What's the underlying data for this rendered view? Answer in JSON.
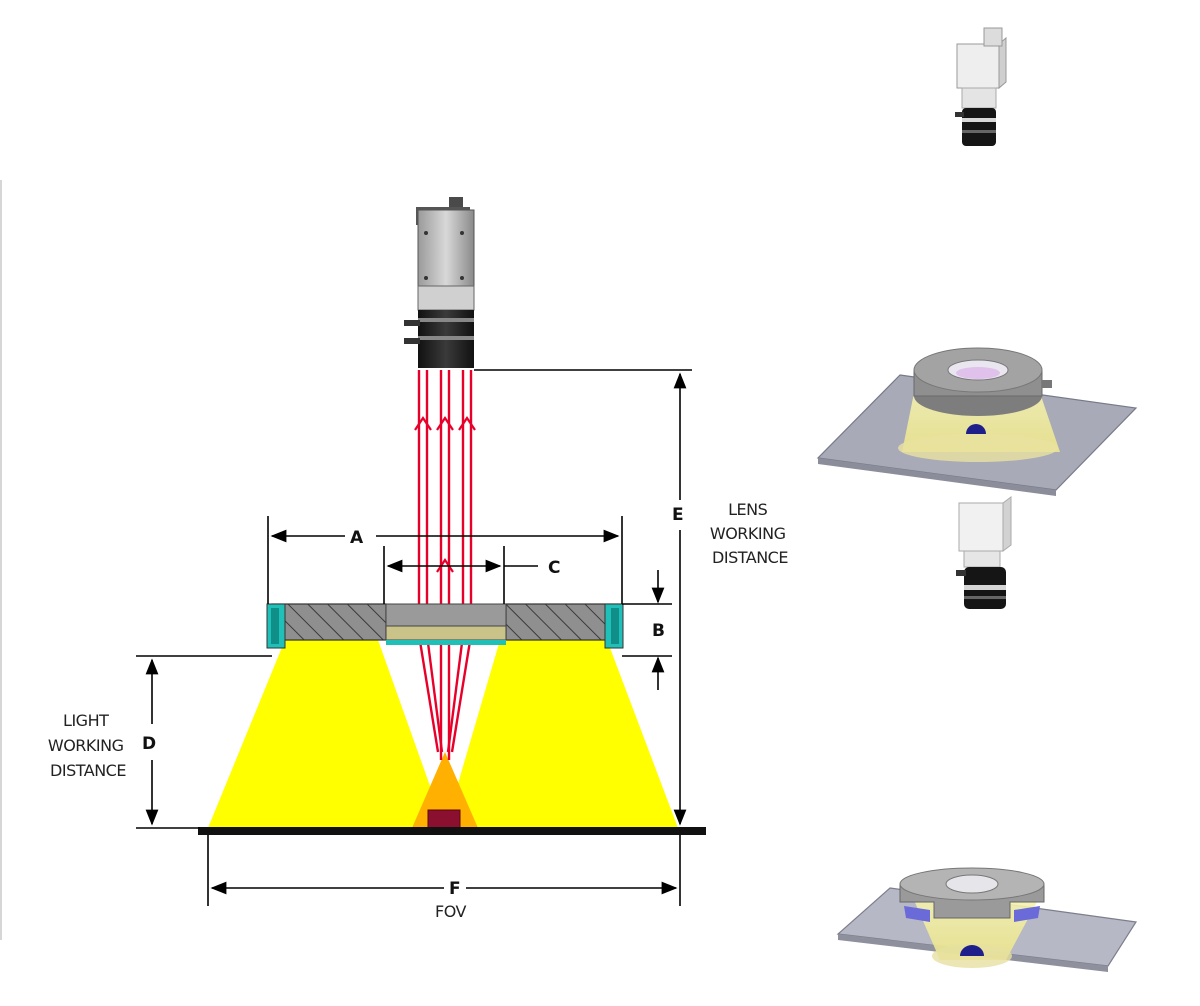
{
  "dimensions": {
    "a": "A",
    "b": "B",
    "c": "C",
    "d": "D",
    "e": "E",
    "f": "F"
  },
  "captions": {
    "fov": "FOV",
    "lens_working_distance": [
      "LENS",
      "WORKING",
      "DISTANCE"
    ],
    "light_working_distance": [
      "LIGHT",
      "WORKING",
      "DISTANCE"
    ]
  },
  "colors": {
    "light_cone": "#ffff00",
    "target_glow": "#ffb000",
    "target": "#8b0f2f",
    "ray": "#e8002a",
    "lens_glass": "#20c0b8",
    "ring_body": "#8a8a8a",
    "plate": "#a8aab8",
    "dimension_line": "#000000"
  },
  "icons": {
    "camera": "camera-icon",
    "ring_light": "ring-light-icon",
    "light_plate": "light-plate-3d-icon",
    "cutaway": "cutaway-light-3d-icon"
  }
}
